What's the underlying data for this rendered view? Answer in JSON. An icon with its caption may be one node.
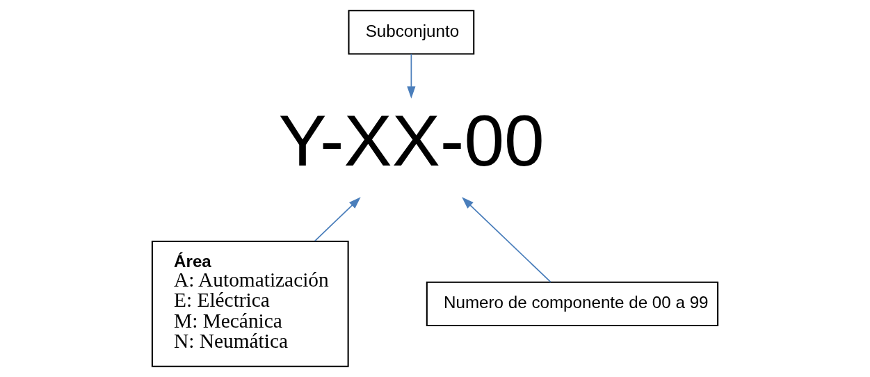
{
  "diagram": {
    "nodes": [
      {
        "text": [
          "Subconjunto"
        ]
      },
      {
        "text": [
          "Y-XX-00"
        ]
      },
      {
        "text": [
          "Área",
          "A: Automatización",
          "E: Eléctrica",
          "M: Mecánica",
          "N: Neumática"
        ]
      },
      {
        "text": [
          "Numero de componente de 00 a 99"
        ]
      }
    ],
    "edges": [
      {
        "from": 0,
        "to": 1,
        "arrow": "to",
        "color": "#4a7ebb"
      },
      {
        "from": 2,
        "to": 1,
        "arrow": "to",
        "color": "#4a7ebb"
      },
      {
        "from": 3,
        "to": 1,
        "arrow": "to",
        "color": "#4a7ebb"
      }
    ]
  }
}
